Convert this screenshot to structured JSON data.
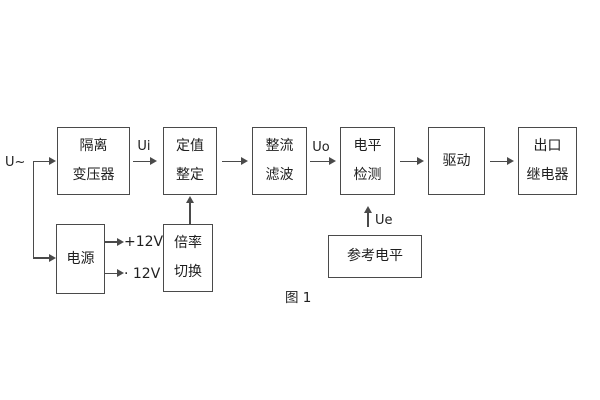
{
  "figure": {
    "caption": "图 1"
  },
  "labels": {
    "input": "U~",
    "ui": "Ui",
    "uo": "Uo",
    "ue": "Ue",
    "rail_pos": "+12V",
    "rail_neg": "· 12V"
  },
  "blocks": {
    "isolation_transformer": {
      "line1": "隔离",
      "line2": "变压器"
    },
    "setting": {
      "line1": "定值",
      "line2": "整定"
    },
    "rectifier_filter": {
      "line1": "整流",
      "line2": "滤波"
    },
    "level_detect": {
      "line1": "电平",
      "line2": "检测"
    },
    "drive": {
      "label": "驱动"
    },
    "output_relay": {
      "line1": "出口",
      "line2": "继电器"
    },
    "power": {
      "label": "电源"
    },
    "ratio_switch": {
      "line1": "倍率",
      "line2": "切换"
    },
    "reference_level": {
      "label": "参考电平"
    }
  },
  "colors": {
    "line": "#4a4a4a",
    "text": "#1f1f1f",
    "bg": "#ffffff"
  }
}
